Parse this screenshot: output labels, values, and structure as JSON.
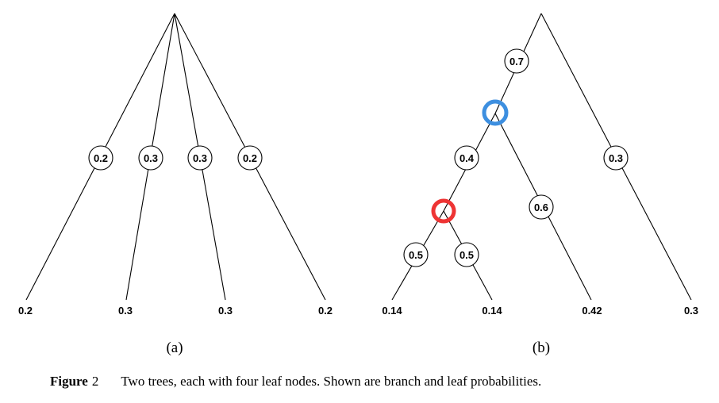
{
  "figure": {
    "caption_label": "Figure",
    "caption_number": "2",
    "caption_text": "Two trees, each with four leaf nodes. Shown are branch and leaf probabilities."
  },
  "trees": [
    {
      "id": "a",
      "subcaption": "(a)",
      "branch_probabilities": [
        "0.2",
        "0.3",
        "0.3",
        "0.2"
      ],
      "leaf_probabilities": [
        "0.2",
        "0.3",
        "0.3",
        "0.2"
      ]
    },
    {
      "id": "b",
      "subcaption": "(b)",
      "branch_probabilities": [
        "0.7",
        "0.3",
        "0.4",
        "0.6",
        "0.5",
        "0.5"
      ],
      "leaf_probabilities": [
        "0.14",
        "0.14",
        "0.42",
        "0.3"
      ],
      "highlight_colors": {
        "upper_marker": "#3d8fe0",
        "lower_marker": "#ee3434"
      }
    }
  ]
}
